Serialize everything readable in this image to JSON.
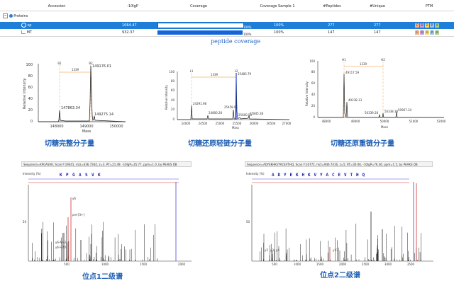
{
  "table": {
    "headers": [
      "Accession",
      "-10lgP",
      "Coverage",
      "Coverage Sample 1",
      "#Peptides",
      "#Unique",
      "PTM"
    ],
    "group_label": "Proteins",
    "rows": [
      {
        "accession": "sp",
        "score": "1064.47",
        "coverage_pct": "100%",
        "coverage_sample": "100%",
        "peptides": "277",
        "unique": "277",
        "coverage_fraction": 1.0
      },
      {
        "accession": "MT",
        "score": "932.37",
        "coverage_pct": "100%",
        "coverage_sample": "100%",
        "peptides": "147",
        "unique": "147",
        "coverage_fraction": 1.0
      }
    ],
    "ptm_letters": [
      "C",
      "D",
      "D",
      "P",
      "A"
    ],
    "ptm_colors": [
      "#f4b183",
      "#c9a0dc",
      "#ffd966",
      "#9dc3e6",
      "#a9d18e"
    ]
  },
  "captions": {
    "coverage": "peptide coverage",
    "intact": "切糖完整分子量",
    "light": "切糖还原轻链分子量",
    "heavy": "切糖还原重链分子量",
    "site1": "位点1二级谱",
    "site2": "位点2二级谱"
  },
  "ms1": {
    "ylabel": "Relative Intensity",
    "xlabel": "Mass",
    "yticks": [
      "0",
      "20",
      "40",
      "60",
      "80",
      "100"
    ],
    "intact": {
      "xticks": [
        "148000",
        "149000",
        "150000"
      ],
      "peak_labels": [
        "149176.01",
        "147863.34",
        "149275.14"
      ],
      "annot": [
        "1339",
        "B1",
        "B2"
      ]
    },
    "light": {
      "xticks": [
        "24000",
        "24500",
        "25000",
        "25500",
        "26000",
        "26500",
        "27000"
      ],
      "peak_labels": [
        "25483.79",
        "24291.98",
        "24800.28",
        "25458.01",
        "25600.53",
        "25845.38"
      ],
      "annot": [
        "1339",
        "L1",
        "L2"
      ]
    },
    "heavy": {
      "xticks": [
        "48000",
        "49000",
        "50000",
        "51000",
        "52000"
      ],
      "peak_labels": [
        "49117.59",
        "49238.13",
        "50339.28",
        "50338.38",
        "50967.34"
      ],
      "annot": [
        "1339",
        "H1",
        "H2"
      ]
    }
  },
  "ms2": {
    "site1": {
      "header": "Sequence=KPGASVK, Scan F:19441, m/z=636.7344, z=3, RT=21.49, -10lgP=35.77, ppm=1.0, by PEAKS DB",
      "ylabel": "Intensity (%)",
      "sequence": [
        "K",
        "P",
        "G",
        "A",
        "S",
        "V",
        "K"
      ],
      "ions": [
        "y6",
        "y6-NH3",
        "y6-H2O",
        "pre-[3+]"
      ],
      "xticks": [
        "500",
        "1000",
        "1500",
        "2000"
      ],
      "yticks": [
        "50"
      ]
    },
    "site2": {
      "header": "Sequence=ADYEKHKVYACEVTHQ, Scan F:16772, m/z=946.7416, z=5, RT=30.06, -10lgP=76.36, ppm=1.5, by PEAKS DB",
      "ylabel": "Intensity (%)",
      "sequence": [
        "A",
        "D",
        "Y",
        "E",
        "K",
        "H",
        "K",
        "V",
        "Y",
        "A",
        "C",
        "E",
        "V",
        "T",
        "H",
        "Q"
      ],
      "ions": [
        "y11",
        "y2",
        "y3",
        "y4"
      ],
      "xticks": [
        "500",
        "1000",
        "1500",
        "2000",
        "2500",
        "3000",
        "3500"
      ],
      "yticks": [
        "50"
      ]
    }
  }
}
